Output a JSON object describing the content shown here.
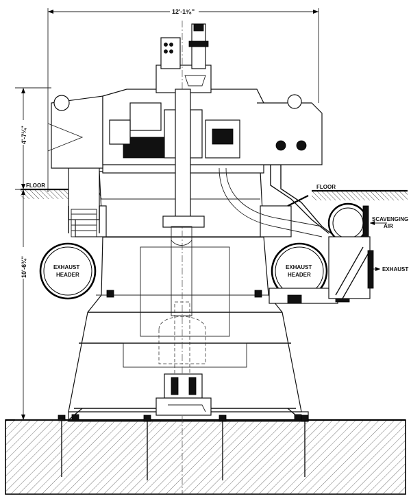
{
  "dimensions": {
    "overall_width": "12'-1³⁄₈\"",
    "upper_height": "4'-7¼\"",
    "lower_height": "10'-6¾\""
  },
  "labels": {
    "floor_left": "FLOOR",
    "floor_right": "FLOOR",
    "exhaust_header_left_1": "EXHAUST",
    "exhaust_header_left_2": "HEADER",
    "exhaust_header_right_1": "EXHAUST",
    "exhaust_header_right_2": "HEADER",
    "scavenging_1": "SCAVENGING",
    "scavenging_2": "AIR",
    "exhaust_out": "EXHAUST"
  }
}
